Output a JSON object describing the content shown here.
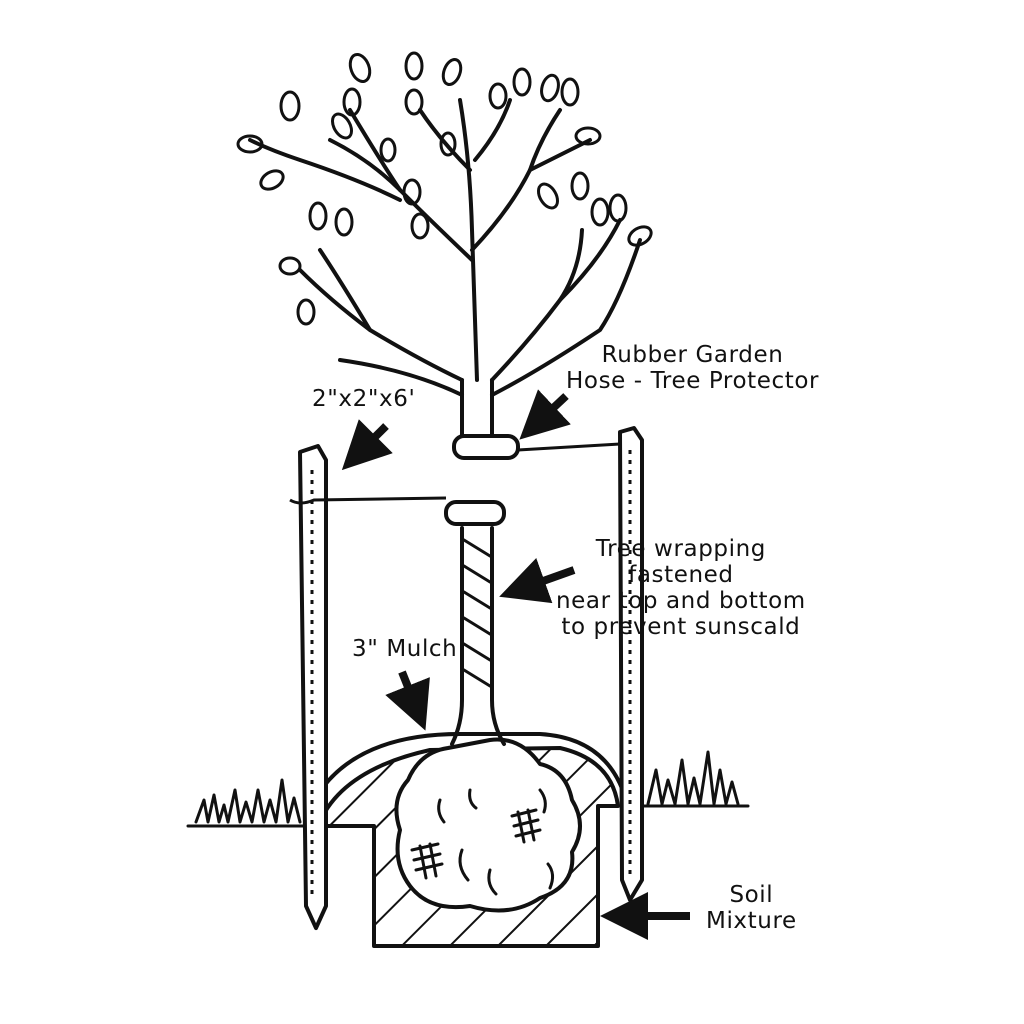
{
  "labels": {
    "hose_protector": [
      "Rubber Garden",
      "Hose - Tree Protector"
    ],
    "stake": "2\"x2\"x6'",
    "wrapping": [
      "Tree wrapping",
      "fastened",
      "near top and bottom",
      "to prevent sunscald"
    ],
    "mulch": "3\" Mulch",
    "soil": [
      "Soil",
      "Mixture"
    ]
  },
  "colors": {
    "ink": "#111111",
    "background": "#ffffff"
  }
}
